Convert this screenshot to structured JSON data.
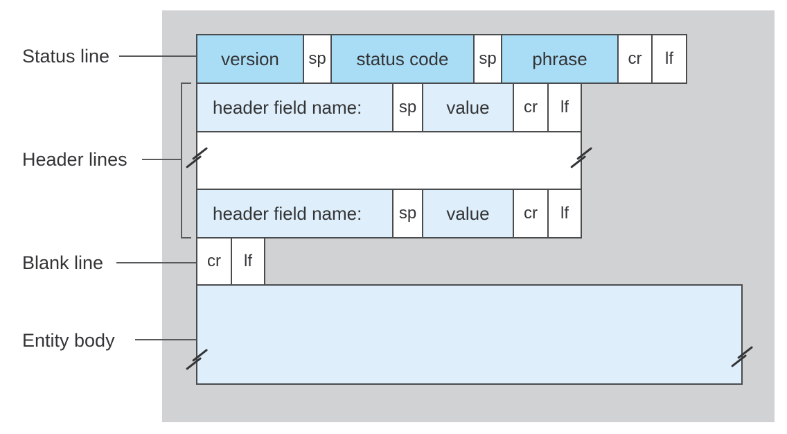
{
  "colors": {
    "panel_gray": "#d1d2d4",
    "medium_blue": "#a9dcf5",
    "pale_blue": "#deeefa",
    "box_border": "#4a4b4d",
    "line": "#58595b",
    "text": "#333436",
    "background": "#ffffff"
  },
  "labels": {
    "status_line": "Status line",
    "header_lines": "Header lines",
    "blank_line": "Blank line",
    "entity_body": "Entity body"
  },
  "status_line": {
    "cells": [
      {
        "label": "version"
      },
      {
        "label": "sp"
      },
      {
        "label": "status code"
      },
      {
        "label": "sp"
      },
      {
        "label": "phrase"
      },
      {
        "label": "cr"
      },
      {
        "label": "lf"
      }
    ]
  },
  "header_line": {
    "cells": [
      {
        "label": "header field name:"
      },
      {
        "label": "sp"
      },
      {
        "label": "value"
      },
      {
        "label": "cr"
      },
      {
        "label": "lf"
      }
    ]
  },
  "blank_line": {
    "cells": [
      {
        "label": "cr"
      },
      {
        "label": "lf"
      }
    ]
  }
}
